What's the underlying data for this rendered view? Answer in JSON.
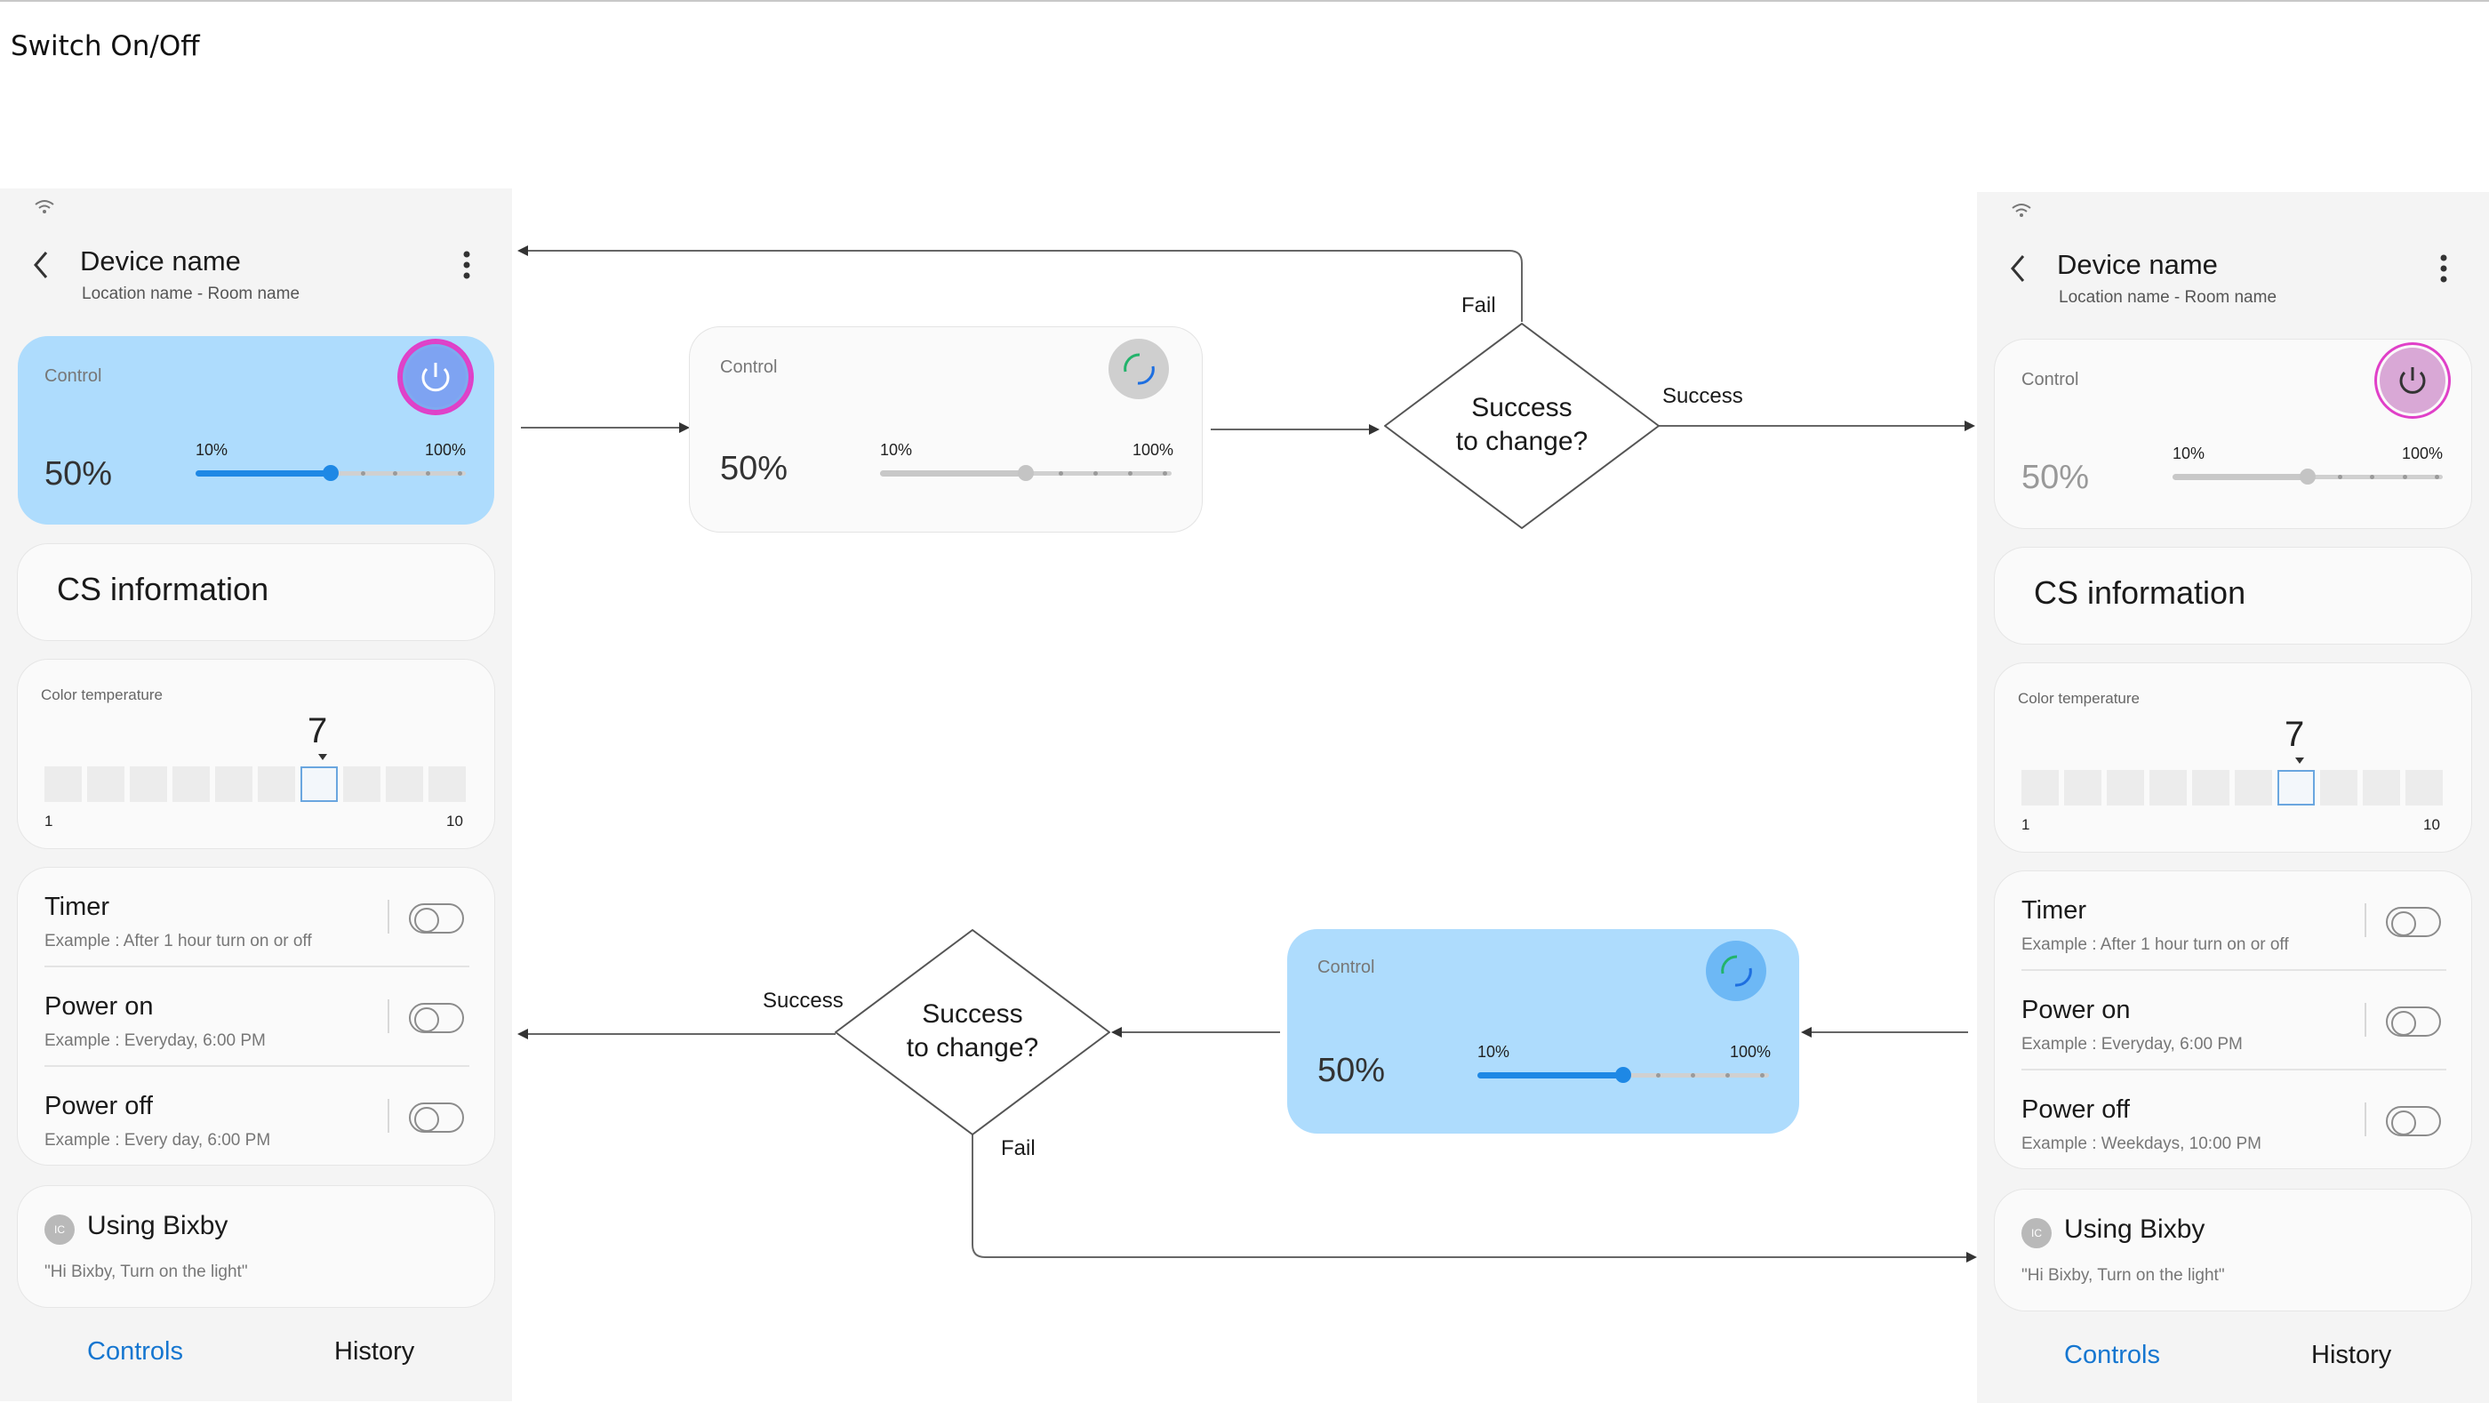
{
  "page": {
    "title": "Switch On/Off"
  },
  "colors": {
    "accent_blue": "#1E88E5",
    "card_blue": "#AEDCFD",
    "power_pink": "#E040C8",
    "tab_active": "#1576D0"
  },
  "icons": [
    "wifi-icon",
    "back-icon",
    "more-icon",
    "power-icon",
    "spinner-icon",
    "bixby-icon"
  ],
  "phone_left": {
    "device_name": "Device name",
    "location": "Location name - Room name",
    "control": {
      "label": "Control",
      "value": "50%",
      "min": "10%",
      "max": "100%",
      "level": 0.5,
      "active": true
    },
    "cs_information": "CS information",
    "color_temperature": {
      "label": "Color temperature",
      "value": "7",
      "min": "1",
      "max": "10",
      "selected": 7,
      "count": 10
    },
    "schedules": [
      {
        "title": "Timer",
        "subtitle": "Example : After 1 hour turn on or off"
      },
      {
        "title": "Power on",
        "subtitle": "Example : Everyday, 6:00 PM"
      },
      {
        "title": "Power off",
        "subtitle": "Example : Every day, 6:00 PM"
      }
    ],
    "bixby": {
      "icon_text": "IC",
      "title": "Using Bixby",
      "subtitle": "\"Hi Bixby, Turn on the light\""
    },
    "tabs": {
      "controls": "Controls",
      "history": "History"
    }
  },
  "phone_right": {
    "device_name": "Device name",
    "location": "Location name - Room name",
    "control": {
      "label": "Control",
      "value": "50%",
      "min": "10%",
      "max": "100%",
      "level": 0.5,
      "active": false
    },
    "cs_information": "CS information",
    "color_temperature": {
      "label": "Color temperature",
      "value": "7",
      "min": "1",
      "max": "10",
      "selected": 7,
      "count": 10
    },
    "schedules": [
      {
        "title": "Timer",
        "subtitle": "Example : After 1 hour turn on or off"
      },
      {
        "title": "Power on",
        "subtitle": "Example : Everyday, 6:00 PM"
      },
      {
        "title": "Power off",
        "subtitle": "Example : Weekdays, 10:00 PM"
      }
    ],
    "bixby": {
      "icon_text": "IC",
      "title": "Using Bixby",
      "subtitle": "\"Hi Bixby, Turn on the light\""
    },
    "tabs": {
      "controls": "Controls",
      "history": "History"
    }
  },
  "flow_top": {
    "card": {
      "label": "Control",
      "value": "50%",
      "min": "10%",
      "max": "100%",
      "level": 0.5
    },
    "decision": {
      "line1": "Success",
      "line2": "to change?"
    },
    "fail_label": "Fail",
    "success_label": "Success"
  },
  "flow_bottom": {
    "card": {
      "label": "Control",
      "value": "50%",
      "min": "10%",
      "max": "100%",
      "level": 0.5
    },
    "decision": {
      "line1": "Success",
      "line2": "to change?"
    },
    "success_label": "Success",
    "fail_label": "Fail"
  }
}
